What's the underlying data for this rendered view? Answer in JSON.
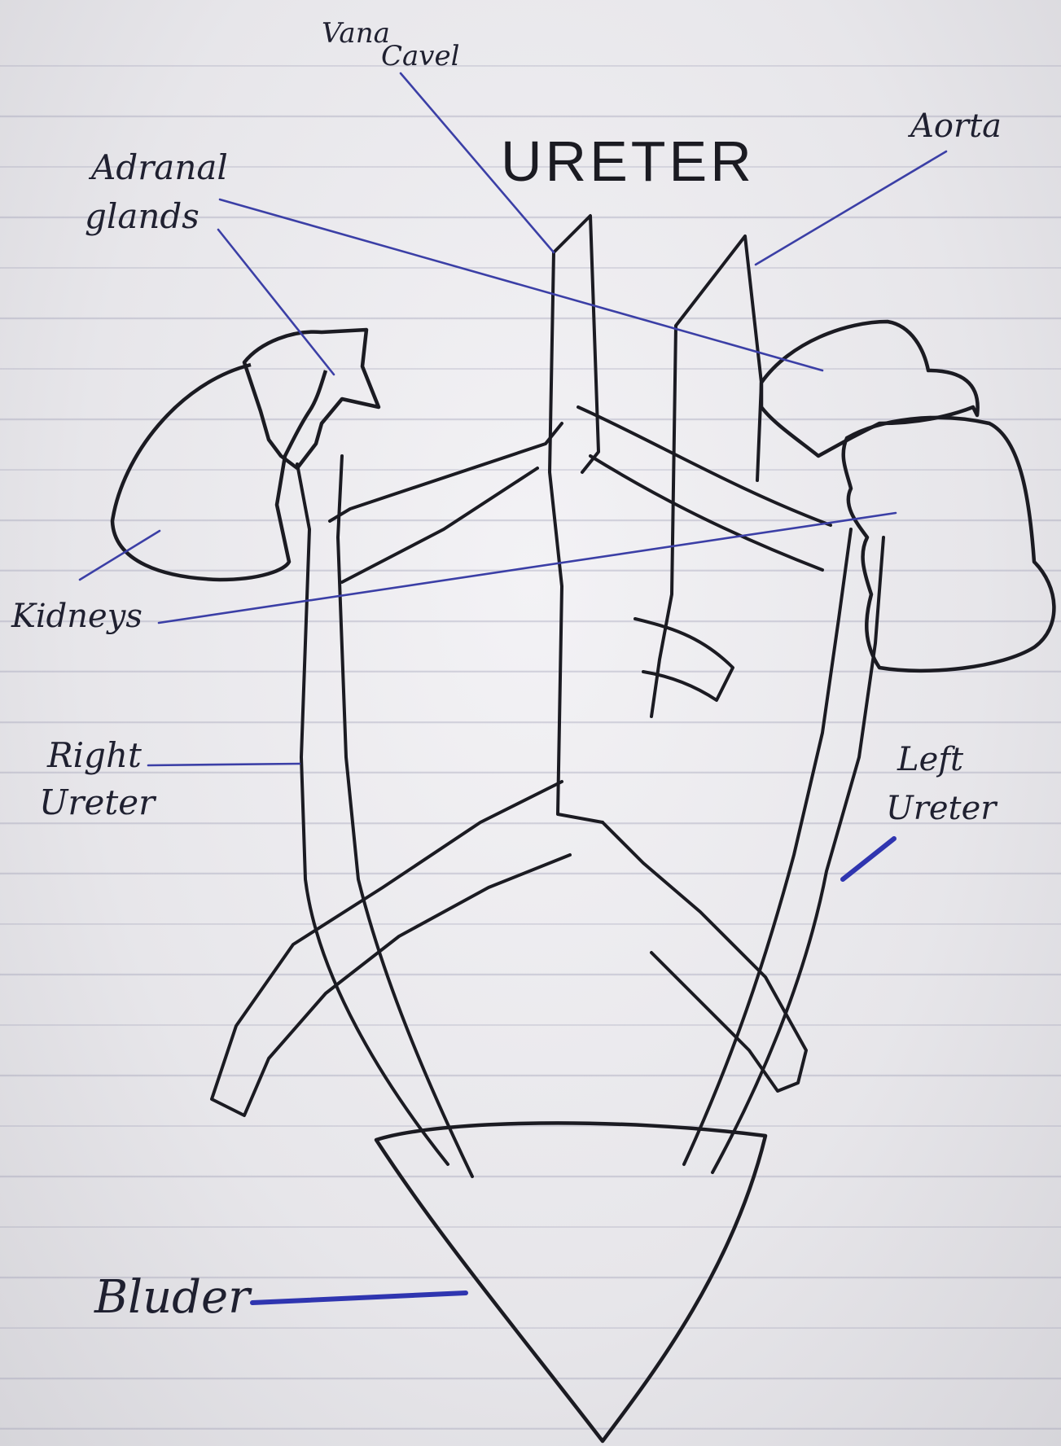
{
  "diagram": {
    "title": "URETER",
    "labels": {
      "vena_cava": [
        "Vana",
        "Cavel"
      ],
      "aorta": "Aorta",
      "adrenal_glands": [
        "Adranal",
        "glands"
      ],
      "kidneys": "Kidneys",
      "right_ureter": [
        "Right",
        "Ureter"
      ],
      "left_ureter": [
        "Left",
        "Ureter"
      ],
      "bladder": "Bluder"
    }
  },
  "colors": {
    "ink": "#1b1b22",
    "pen_blue": "#3b3fa6",
    "paper": "#e9e8ec"
  }
}
